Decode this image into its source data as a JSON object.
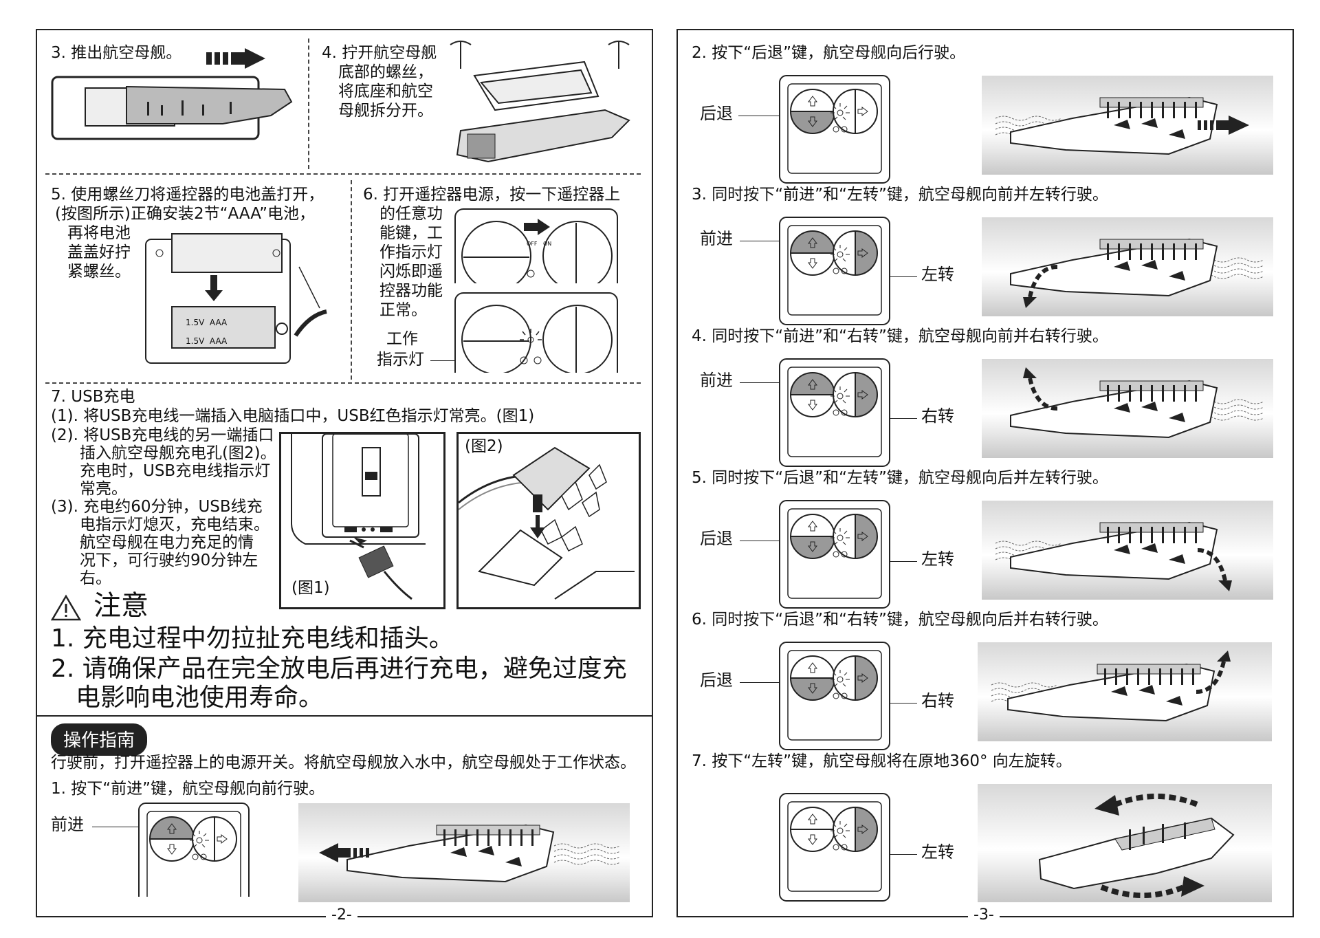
{
  "left": {
    "step3": "3. 推出航空母舰。",
    "step4": [
      "4. 拧开航空母舰",
      "底部的螺丝，",
      "将底座和航空",
      "母舰拆分开。"
    ],
    "step5": [
      "5. 使用螺丝刀将遥控器的电池盖打开，",
      "(按图所示)正确安装2节“AAA”电池，",
      "再将电池",
      "盖盖好拧",
      "紧螺丝。"
    ],
    "battery_label": "1.5V  AAA",
    "step6": [
      "6. 打开遥控器电源，按一下遥控器上",
      "的任意功",
      "能键，工",
      "作指示灯",
      "闪烁即遥",
      "控器功能",
      "正常。"
    ],
    "indicator_label": [
      "工作",
      "指示灯"
    ],
    "remote_off": "OFF",
    "remote_on": "ON",
    "step7_title": "7. USB充电",
    "step7_1": "(1). 将USB充电线一端插入电脑插口中，USB红色指示灯常亮。(图1)",
    "step7_2": [
      "(2). 将USB充电线的另一端插口",
      "插入航空母舰充电孔(图2)。",
      "充电时，USB充电线指示灯",
      "常亮。"
    ],
    "step7_3": [
      "(3). 充电约60分钟，USB线充",
      "电指示灯熄灭，充电结束。",
      "航空母舰在电力充足的情",
      "况下，可行驶约90分钟左",
      "右。"
    ],
    "fig1": "(图1)",
    "fig2": "(图2)",
    "notice_title": "注意",
    "notice_1": "1. 充电过程中勿拉扯充电线和插头。",
    "notice_2a": "2. 请确保产品在完全放电后再进行充电，避免过度充",
    "notice_2b": "电影响电池使用寿命。",
    "guide_title": "操作指南",
    "guide_intro": "行驶前，打开遥控器上的电源开关。将航空母舰放入水中，航空母舰处于工作状态。",
    "guide_1": "1. 按下“前进”键，航空母舰向前行驶。",
    "label_forward": "前进",
    "page": "-2-"
  },
  "right": {
    "s2": "2. 按下“后退”键，航空母舰向后行驶。",
    "s3": "3. 同时按下“前进”和“左转”键，航空母舰向前并左转行驶。",
    "s4": "4. 同时按下“前进”和“右转”键，航空母舰向前并右转行驶。",
    "s5": "5. 同时按下“后退”和“左转”键，航空母舰向后并左转行驶。",
    "s6": "6. 同时按下“后退”和“右转”键，航空母舰向后并右转行驶。",
    "s7": "7. 按下“左转”键，航空母舰将在原地360° 向左旋转。",
    "back": "后退",
    "forward": "前进",
    "left": "左转",
    "right": "右转",
    "page": "-3-"
  }
}
